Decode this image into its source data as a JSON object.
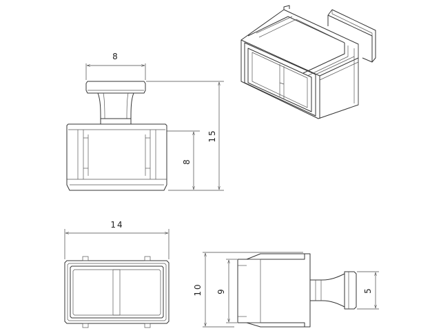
{
  "dimensions": {
    "top_width": "8",
    "total_height": "15",
    "body_height": "8",
    "bottom_width": "14",
    "side_outer": "10",
    "side_inner": "9",
    "tab_height": "5"
  }
}
